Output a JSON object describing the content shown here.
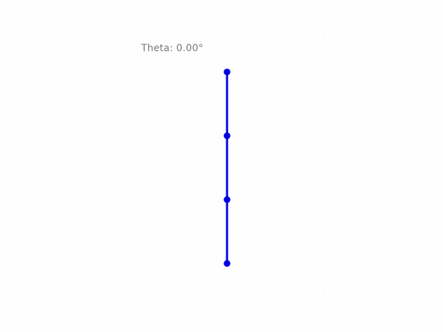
{
  "readout": {
    "label": "Theta: 0.00°",
    "theta_degrees": 0.0
  },
  "colors": {
    "link": "#0000e6",
    "joint": "#0000e6",
    "label": "#777777",
    "background": "#fefefe"
  },
  "linkage": {
    "joint_count": 4
  }
}
